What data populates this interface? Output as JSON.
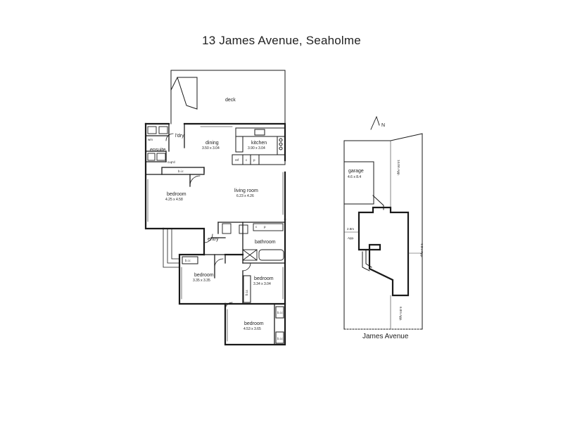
{
  "title": "13 James Avenue, Seaholme",
  "rooms": {
    "deck": "deck",
    "dining": {
      "label": "dining",
      "dims": "3.50 x 3.04"
    },
    "kitchen": {
      "label": "kitchen",
      "dims": "3.90 x 3.04"
    },
    "laundry": "l'dry",
    "ensuite": "ensuite",
    "wm": "wm",
    "cupd": "cup'd",
    "bir": "b.i.r.",
    "ref": "ref",
    "c": "c",
    "p": "p",
    "bedroom_main": {
      "label": "bedroom",
      "dims": "4.25 x 4.58"
    },
    "living": {
      "label": "living room",
      "dims": "6.23 x 4.26"
    },
    "entry": "entry",
    "bathroom": "bathroom",
    "bedroom2": {
      "label": "bedroom",
      "dims": "3.35 x 3.35"
    },
    "bedroom3": {
      "label": "bedroom",
      "dims": "3.34 x 3.04"
    },
    "bedroom4": {
      "label": "bedroom",
      "dims": "4.53 x 3.65"
    }
  },
  "site": {
    "garage": {
      "label": "garage",
      "dims": "4.6 x 8.4"
    },
    "rear_setback": "14.0m App.",
    "side_left": "2.8m",
    "side_left_app": "App.",
    "side_right": "1.2m App.",
    "front_setback": "6.0m App.",
    "street": "James Avenue",
    "north": "N"
  }
}
